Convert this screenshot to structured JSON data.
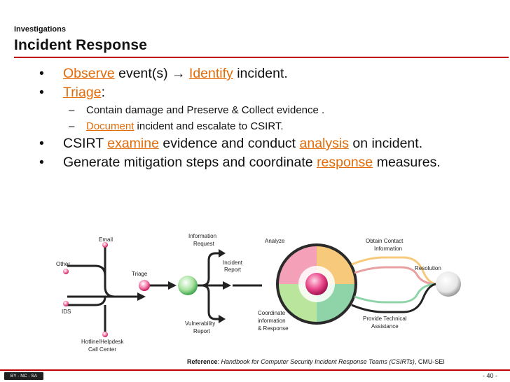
{
  "header": {
    "section": "Investigations",
    "title": "Incident Response"
  },
  "bullets": {
    "b1": {
      "t1": "Observe",
      "t2": " event(s) ",
      "arrow": "→",
      "t3": " ",
      "t4": "Identify",
      "t5": " incident."
    },
    "b2": {
      "t1": "Triage",
      "t2": ":"
    },
    "sub1": {
      "text": "Contain damage and Preserve & Collect evidence ."
    },
    "sub2": {
      "t1": "Document",
      "t2": " incident and escalate to CSIRT."
    },
    "b3": {
      "t1": "CSIRT ",
      "t2": "examine",
      "t3": " evidence and conduct ",
      "t4": "analysis",
      "t5": " on incident."
    },
    "b4": {
      "t1": "Generate mitigation steps and coordinate ",
      "t2": "response",
      "t3": " measures."
    }
  },
  "diagram": {
    "email": "Email",
    "other": "Other",
    "ids": "IDS",
    "hotline_1": "Hotline/Helpdesk",
    "hotline_2": "Call Center",
    "triage": "Triage",
    "info_req_1": "Information",
    "info_req_2": "Request",
    "incident_rep_1": "Incident",
    "incident_rep_2": "Report",
    "vuln_rep_1": "Vulnerability",
    "vuln_rep_2": "Report",
    "analyze": "Analyze",
    "obtain_1": "Obtain Contact",
    "obtain_2": "Information",
    "resolution": "Resolution",
    "coord_1": "Coordinate",
    "coord_2": "information",
    "coord_3": "& Response",
    "tech_1": "Provide Technical",
    "tech_2": "Assistance"
  },
  "footer": {
    "reference_label": "Reference",
    "reference_sep": ": ",
    "reference_title": "Handbook for Computer Security Incident Response Teams (CSIRTs)",
    "reference_suffix": ", CMU-SEI",
    "license": "BY - NC - SA",
    "page": "- 40 -"
  },
  "colors": {
    "accent": "#e36c09",
    "rule": "#c00000"
  }
}
